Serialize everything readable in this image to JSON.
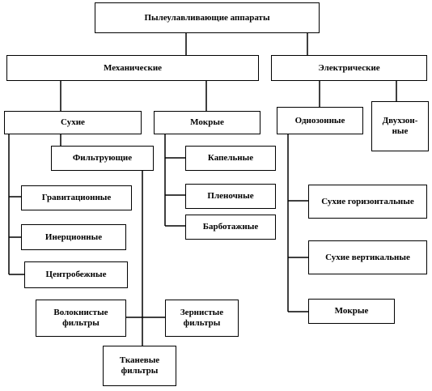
{
  "diagram": {
    "title": "Пылеулавливающие аппараты",
    "mechanical": "Механические",
    "electric": "Электрические",
    "dry": "Сухие",
    "wet": "Мокрые",
    "filtering": "Фильтрующие",
    "gravitational": "Гравитационные",
    "inertial": "Инерционные",
    "centrifugal": "Центробежные",
    "fiber_filters": "Волокнистые\nфильтры",
    "granular_filters": "Зернистые\nфильтры",
    "fabric_filters": "Тканевые\nфильтры",
    "drip": "Капельные",
    "film": "Пленочные",
    "bubbling": "Барботажные",
    "single_zone": "Однозонные",
    "two_zone": "Двухзон-\nные",
    "dry_horizontal": "Сухие горизонтальные",
    "dry_vertical": "Сухие вертикальные",
    "wet_electric": "Мокрые"
  }
}
